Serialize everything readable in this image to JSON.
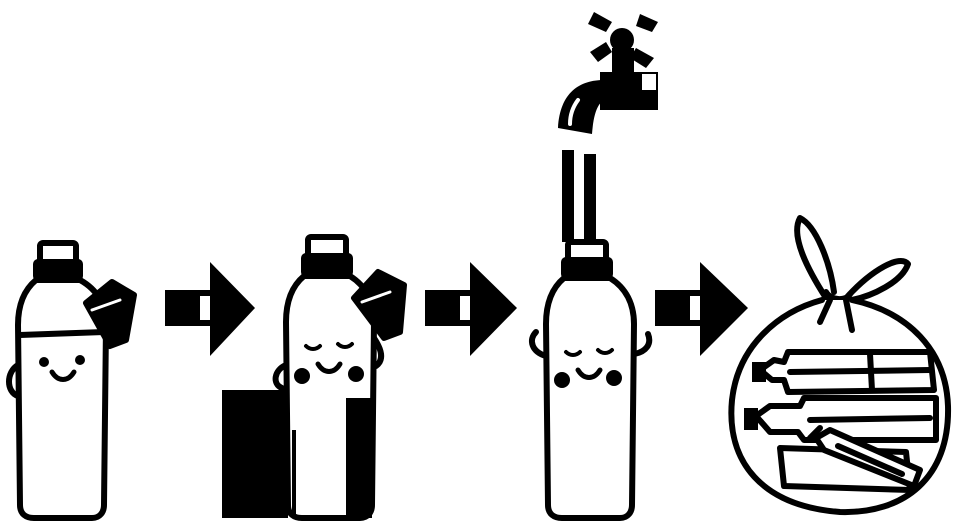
{
  "illustration": {
    "steps": [
      {
        "step": 1,
        "subject": "bottle-with-liquid-opening-cap"
      },
      {
        "step": 2,
        "subject": "empty-bottle-closing-cap"
      },
      {
        "step": 3,
        "subject": "bottle-rinsed-under-faucet"
      },
      {
        "step": 4,
        "subject": "bottles-in-tied-trash-bag"
      }
    ],
    "arrows": [
      {
        "from": 1,
        "to": 2
      },
      {
        "from": 2,
        "to": 3
      },
      {
        "from": 3,
        "to": 4
      }
    ]
  },
  "colors": {
    "ink": "#000000",
    "paper": "#ffffff"
  }
}
